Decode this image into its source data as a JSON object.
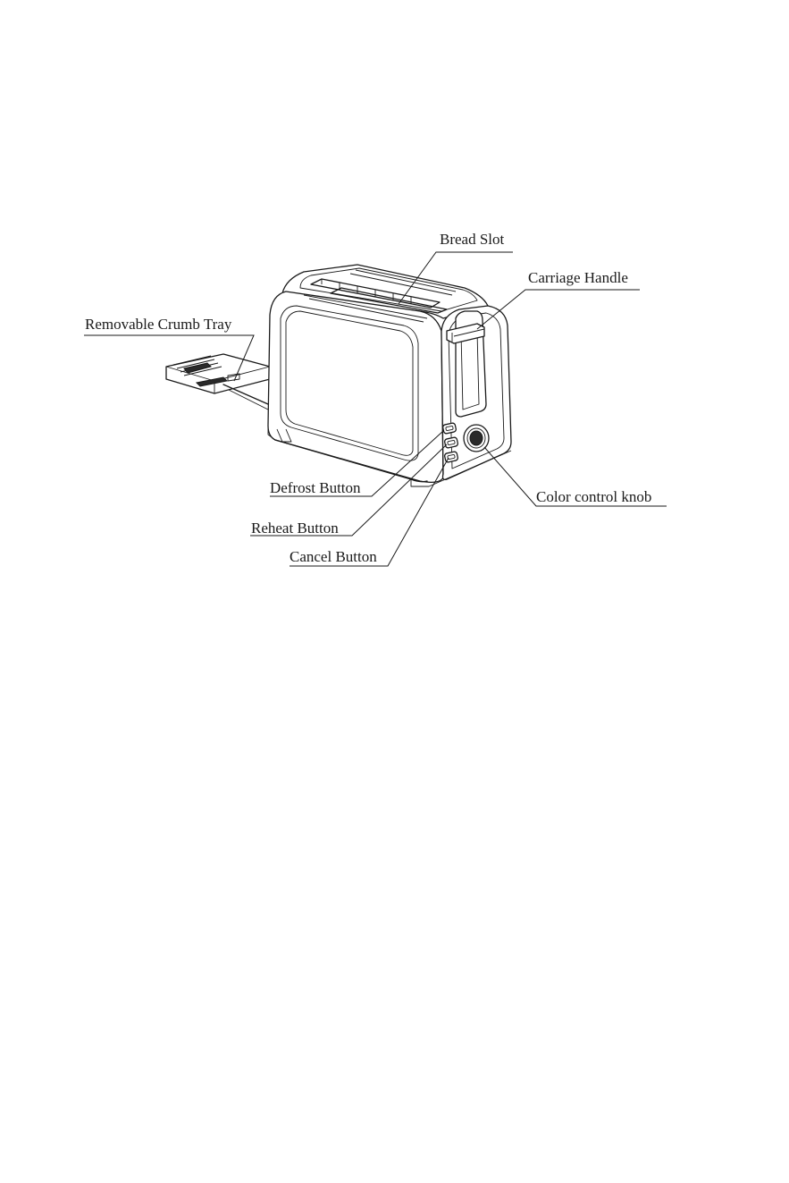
{
  "labels": {
    "bread_slot": "Bread Slot",
    "carriage_handle": "Carriage Handle",
    "crumb_tray": "Removable Crumb Tray",
    "defrost_button": "Defrost Button",
    "reheat_button": "Reheat Button",
    "cancel_button": "Cancel Button",
    "color_knob": "Color control knob"
  },
  "colors": {
    "ink": "#1a1a1a",
    "background": "#ffffff"
  }
}
